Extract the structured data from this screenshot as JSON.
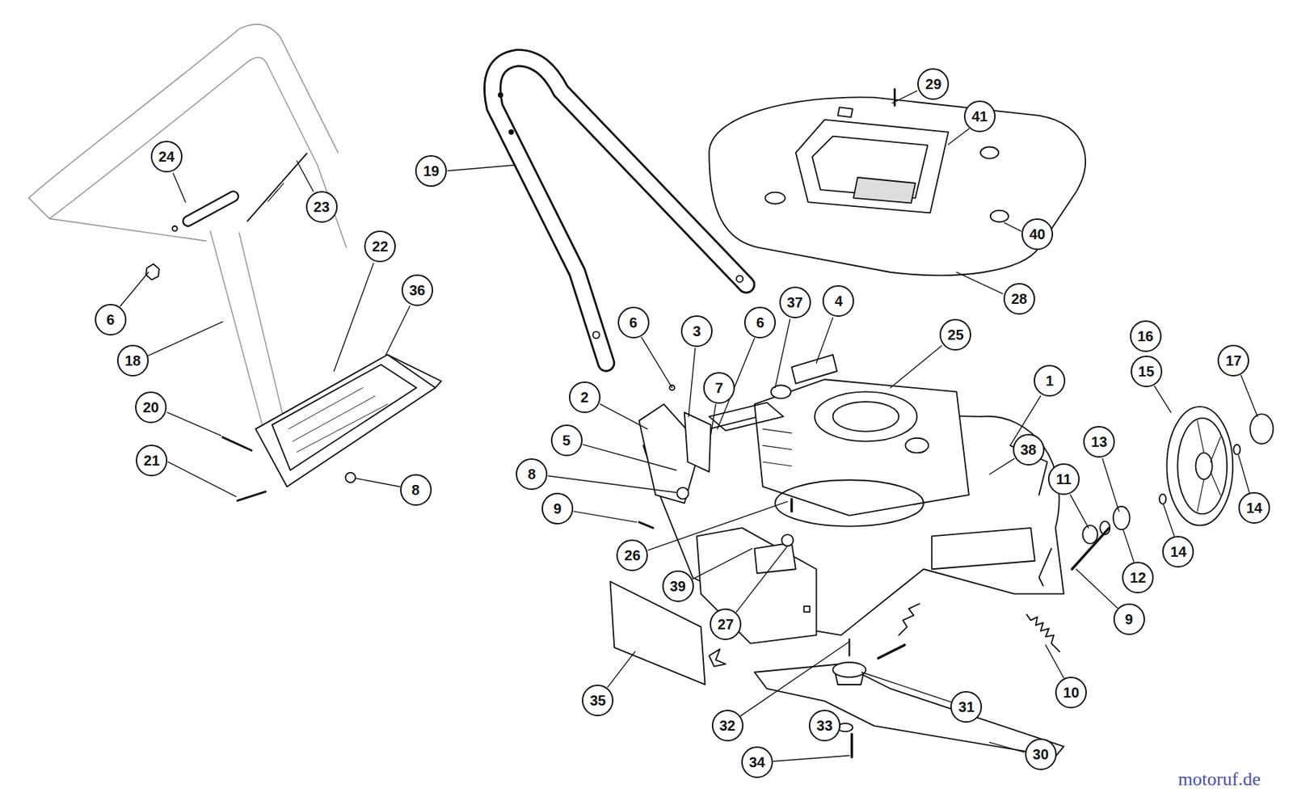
{
  "diagram": {
    "nodes": [
      {
        "text": [
          "29"
        ]
      },
      {
        "text": [
          "41"
        ]
      },
      {
        "text": [
          "24"
        ]
      },
      {
        "text": [
          "19"
        ]
      },
      {
        "text": [
          "23"
        ]
      },
      {
        "text": [
          "40"
        ]
      },
      {
        "text": [
          "22"
        ]
      },
      {
        "text": [
          "36"
        ]
      },
      {
        "text": [
          "28"
        ]
      },
      {
        "text": [
          "4"
        ]
      },
      {
        "text": [
          "37"
        ]
      },
      {
        "text": [
          "6"
        ]
      },
      {
        "text": [
          "6"
        ]
      },
      {
        "text": [
          "6"
        ]
      },
      {
        "text": [
          "3"
        ]
      },
      {
        "text": [
          "25"
        ]
      },
      {
        "text": [
          "16"
        ]
      },
      {
        "text": [
          "18"
        ]
      },
      {
        "text": [
          "17"
        ]
      },
      {
        "text": [
          "15"
        ]
      },
      {
        "text": [
          "1"
        ]
      },
      {
        "text": [
          "7"
        ]
      },
      {
        "text": [
          "2"
        ]
      },
      {
        "text": [
          "20"
        ]
      },
      {
        "text": [
          "5"
        ]
      },
      {
        "text": [
          "13"
        ]
      },
      {
        "text": [
          "38"
        ]
      },
      {
        "text": [
          "21"
        ]
      },
      {
        "text": [
          "8"
        ]
      },
      {
        "text": [
          "11"
        ]
      },
      {
        "text": [
          "8"
        ]
      },
      {
        "text": [
          "14"
        ]
      },
      {
        "text": [
          "9"
        ]
      },
      {
        "text": [
          "14"
        ]
      },
      {
        "text": [
          "26"
        ]
      },
      {
        "text": [
          "12"
        ]
      },
      {
        "text": [
          "39"
        ]
      },
      {
        "text": [
          "9"
        ]
      },
      {
        "text": [
          "27"
        ]
      },
      {
        "text": [
          "10"
        ]
      },
      {
        "text": [
          "35"
        ]
      },
      {
        "text": [
          "31"
        ]
      },
      {
        "text": [
          "32"
        ]
      },
      {
        "text": [
          "33"
        ]
      },
      {
        "text": [
          "30"
        ]
      },
      {
        "text": [
          "34"
        ]
      }
    ],
    "labels": [
      "motoruf.de"
    ]
  }
}
